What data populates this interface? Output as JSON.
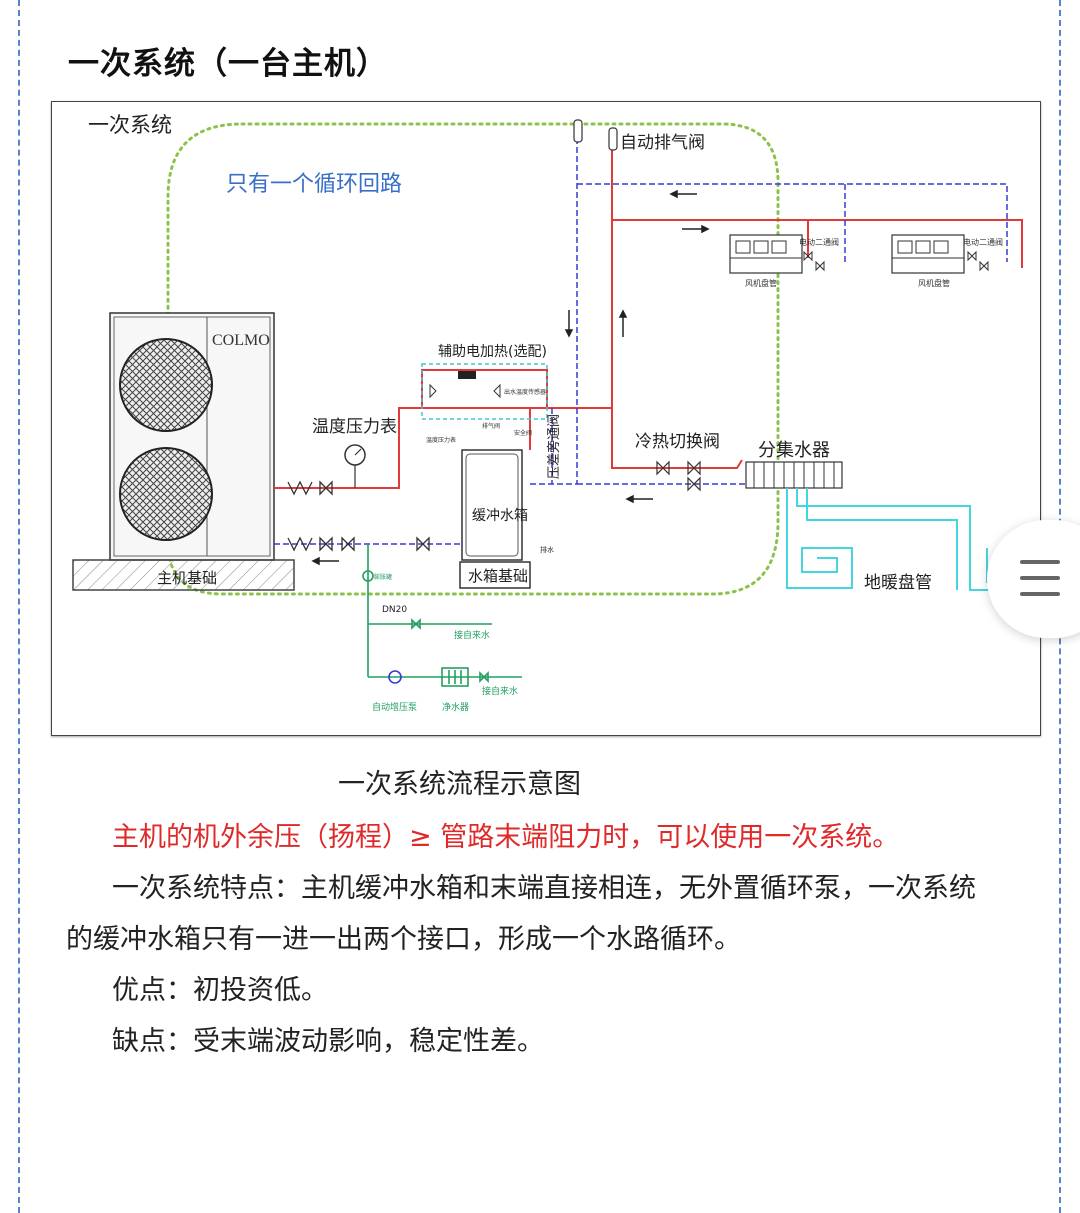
{
  "heading": "一次系统（一台主机）",
  "diagram": {
    "corner_label": "一次系统",
    "loop_label": "只有一个循环回路",
    "unit_brand": "COLMO",
    "unit_base": "主机基础",
    "temp_pressure_gauge": "温度压力表",
    "aux_heater": "辅助电加热(选配)",
    "aux_sensor": "出水温度传感器",
    "small_gauge": "温度压力表",
    "small_vent": "排气阀",
    "small_safety": "安全阀",
    "buffer_tank": "缓冲水箱",
    "tank_base": "水箱基础",
    "drain": "排水",
    "bypass_valve": "压差旁通阀",
    "auto_vent": "自动排气阀",
    "switch_valve": "冷热切换阀",
    "manifold": "分集水器",
    "floor_coil": "地暖盘管",
    "fan_coil_1": "风机盘管",
    "fan_coil_2": "风机盘管",
    "two_way_valve_1": "电动二通阀",
    "two_way_valve_2": "电动二通阀",
    "pressure_tank": "膨胀罐",
    "pipe_size": "DN20",
    "tap_water_1": "接自来水",
    "tap_water_2": "接自来水",
    "auto_pump": "自动增压泵",
    "purifier": "净水器"
  },
  "caption": "一次系统流程示意图",
  "body": {
    "highlight": "主机的机外余压（扬程）≥ 管路末端阻力时，可以使用一次系统。",
    "features_line1": "一次系统特点：主机缓冲水箱和末端直接相连，无外置循环泵，一次系统",
    "features_line2": "的缓冲水箱只有一进一出两个接口，形成一个水路循环。",
    "pros": "优点：初投资低。",
    "cons": "缺点：受末端波动影响，稳定性差。"
  },
  "colors": {
    "supply_pipe": "#e23a3a",
    "return_pipe": "#3a3ad6",
    "loop_outline": "#8bc34a",
    "water_inlet": "#22a060",
    "floor_coil": "#44d6e0",
    "highlight_text": "#e02a2a",
    "page_border": "#5b83c9"
  },
  "fab_icon": "menu-icon"
}
